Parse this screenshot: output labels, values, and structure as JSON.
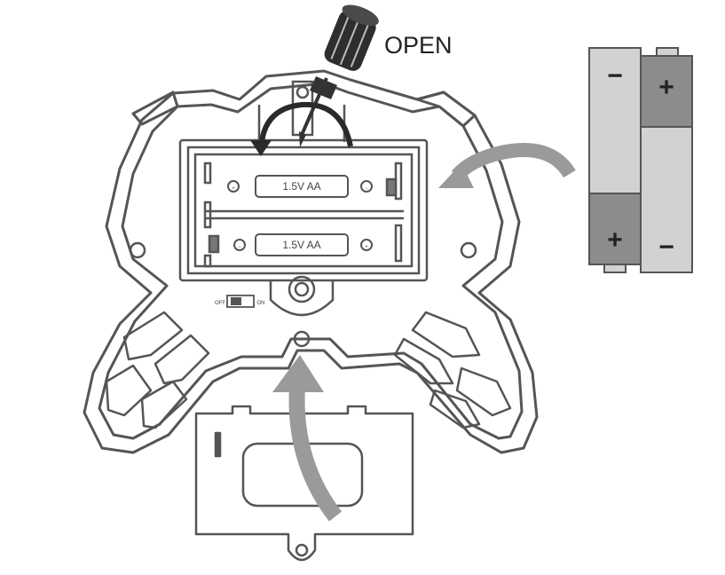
{
  "labels": {
    "open": "OPEN",
    "battery_top": "1.5V AA",
    "battery_bottom": "1.5V AA",
    "switch_off": "OFF",
    "switch_on": "ON"
  },
  "batteries": {
    "left": {
      "top_terminal": "−",
      "bottom_terminal": "+"
    },
    "right": {
      "top_terminal": "+",
      "bottom_terminal": "−"
    }
  },
  "colors": {
    "outline": "#555555",
    "dark_gray": "#8a8a8a",
    "light_gray": "#cfcfcf",
    "arrow_gray": "#9a9a9a",
    "screwdriver": "#333333"
  },
  "icons": [
    "screwdriver-icon",
    "rotate-arrow-icon",
    "insert-arrow-icon"
  ]
}
